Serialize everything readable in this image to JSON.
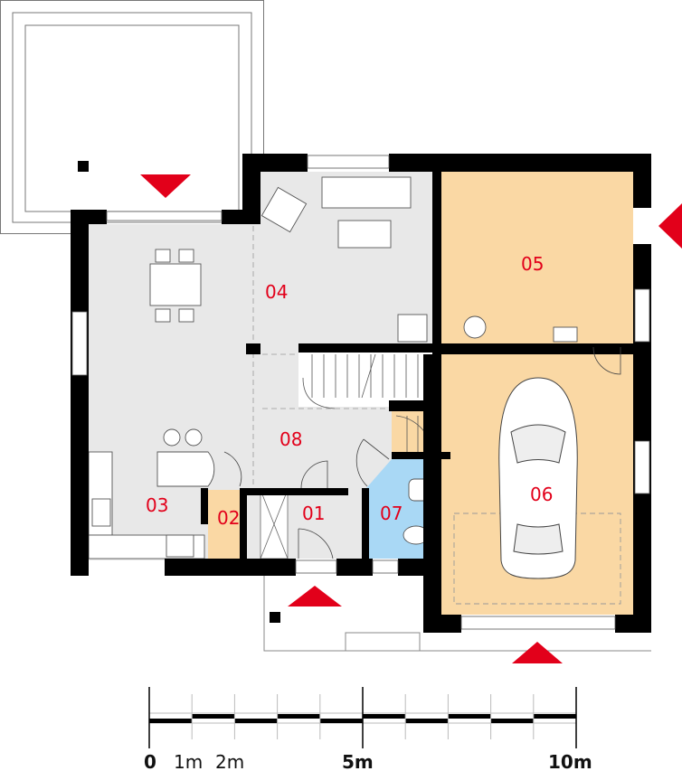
{
  "rooms": [
    {
      "id": "01",
      "fill": "#e8e8e8"
    },
    {
      "id": "02",
      "fill": "#fad8a4"
    },
    {
      "id": "03",
      "fill": "#e8e8e8"
    },
    {
      "id": "04",
      "fill": "#e8e8e8"
    },
    {
      "id": "05",
      "fill": "#fad8a4"
    },
    {
      "id": "06",
      "fill": "#fad8a4"
    },
    {
      "id": "07",
      "fill": "#a9d8f5"
    },
    {
      "id": "08",
      "fill": "#e8e8e8"
    }
  ],
  "colors": {
    "label": "#e2001a",
    "wall": "#000000",
    "entry_arrow": "#e2001a"
  },
  "scale_bar": {
    "labels": [
      "0",
      "1m",
      "2m",
      "5m",
      "10m"
    ],
    "segments": 10
  }
}
